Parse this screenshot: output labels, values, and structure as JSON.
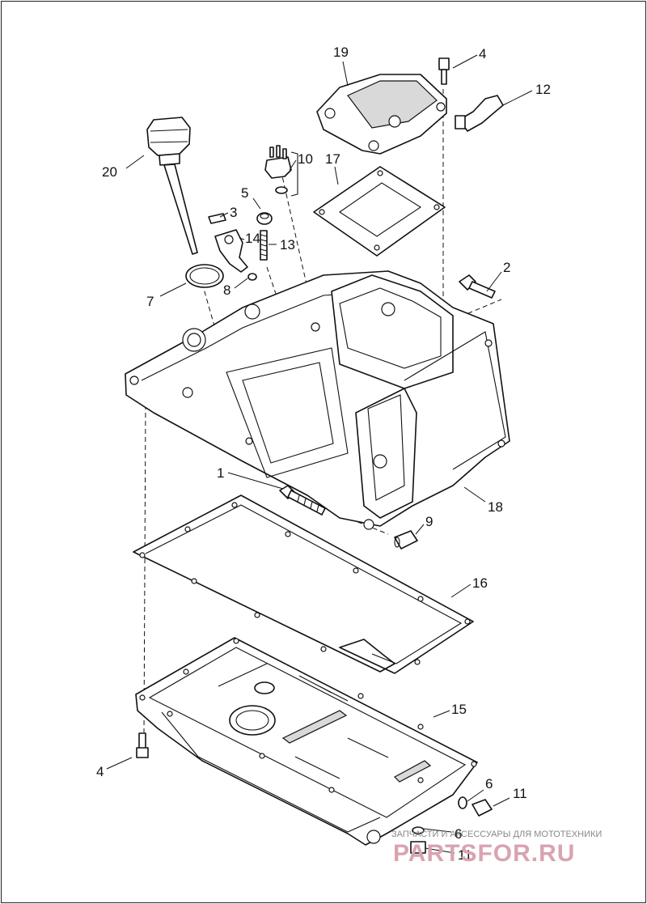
{
  "callouts": {
    "c1": "1",
    "c2": "2",
    "c3": "3",
    "c4a": "4",
    "c4b": "4",
    "c5": "5",
    "c6a": "6",
    "c6b": "6",
    "c7": "7",
    "c8": "8",
    "c9": "9",
    "c10": "10",
    "c11a": "11",
    "c11b": "11",
    "c12": "12",
    "c13": "13",
    "c14": "14",
    "c15": "15",
    "c16": "16",
    "c17": "17",
    "c18": "18",
    "c19": "19",
    "c20": "20"
  },
  "watermark": {
    "caption": "ЗАПЧАСТИ И АКСЕССУАРЫ ДЛЯ МОТОТЕХНИКИ",
    "logo": "PARTSFOR.RU"
  }
}
